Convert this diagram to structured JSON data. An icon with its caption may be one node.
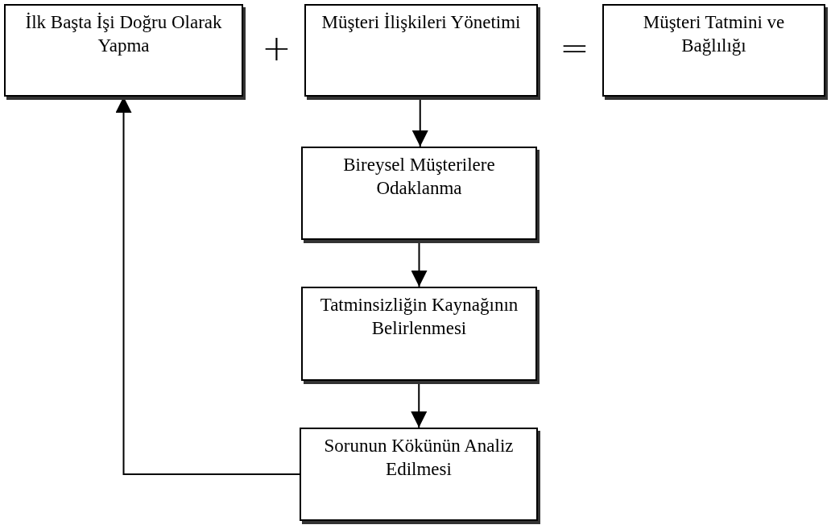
{
  "diagram": {
    "nodes": [
      {
        "text": [
          "İlk Başta İşi Doğru Olarak Yapma"
        ]
      },
      {
        "text": [
          "Müşteri İlişkileri Yönetimi"
        ]
      },
      {
        "text": [
          "Müşteri Tatmini ve Bağlılığı"
        ]
      },
      {
        "text": [
          "Bireysel Müşterilere Odaklanma"
        ]
      },
      {
        "text": [
          "Tatminsizliğin Kaynağının Belirlenmesi"
        ]
      },
      {
        "text": [
          "Sorunun Kökünün Analiz Edilmesi"
        ]
      }
    ],
    "edges": [
      {
        "from": 1,
        "to": 3,
        "arrow": "to"
      },
      {
        "from": 3,
        "to": 4,
        "arrow": "to"
      },
      {
        "from": 4,
        "to": 5,
        "arrow": "to"
      },
      {
        "from": 5,
        "to": 0,
        "arrow": "to"
      }
    ],
    "labels": [
      "+",
      "="
    ]
  }
}
